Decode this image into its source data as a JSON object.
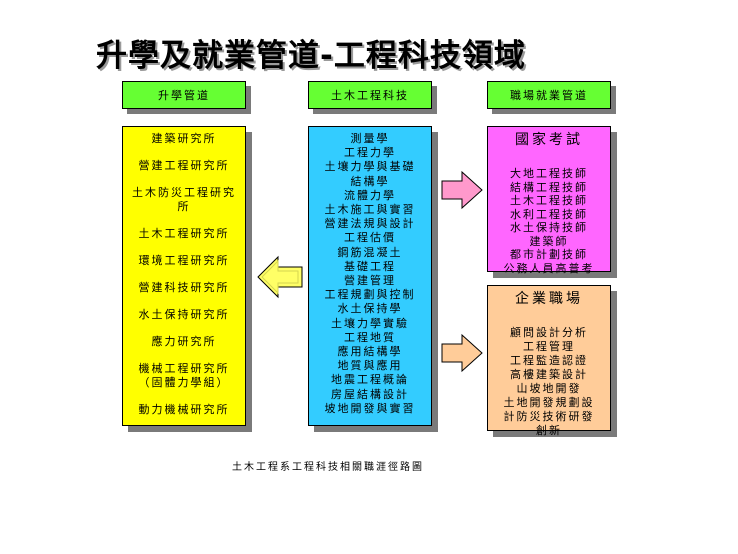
{
  "title": "升學及就業管道-工程科技領域",
  "headers": {
    "left": "升學管道",
    "middle": "土木工程科技",
    "right": "職場就業管道"
  },
  "left_box": {
    "items": [
      "建築研究所",
      "營建工程研究所",
      "土木防災工程研究所",
      "土木工程研究所",
      "環境工程研究所",
      "營建科技研究所",
      "水土保持研究所",
      "應力研究所",
      "機械工程研究所\n（固體力學組）",
      "動力機械研究所"
    ]
  },
  "middle_box": {
    "items": [
      "測量學",
      "工程力學",
      "土壤力學與基礎",
      "結構學",
      "流體力學",
      "土木施工與實習",
      "營建法規與設計",
      "工程估價",
      "鋼筋混凝土",
      "基礎工程",
      "營建管理",
      "工程規劃與控制",
      "水土保持學",
      "土壤力學實驗",
      "工程地質",
      "應用結構學",
      "地質與應用",
      "地震工程概論",
      "房屋結構設計",
      "坡地開發與實習"
    ]
  },
  "exam_box": {
    "title": "國家考試",
    "items": [
      "大地工程技師",
      "結構工程技師",
      "土木工程技師",
      "水利工程技師",
      "水土保持技師",
      "建築師",
      "都市計劃技師",
      "公務人員高普考"
    ]
  },
  "job_box": {
    "title": "企業職場",
    "items": [
      "顧問設計分析",
      "工程管理",
      "工程監造認證",
      "高樓建築設計",
      "山坡地開發",
      "土地開發規劃設",
      "計防災技術研發",
      "創新"
    ]
  },
  "caption": "土木工程系工程科技相關職涯徑路圖",
  "colors": {
    "header": "#66ff33",
    "left_box": "#ffff00",
    "middle_box": "#33ccff",
    "exam_box": "#ff66ff",
    "job_box": "#ffcc99",
    "arrow_left": "#ffff66",
    "arrow_top_right": "#ff99cc",
    "arrow_bottom_right": "#ffcc99",
    "shadow": "#7a7a7a"
  }
}
